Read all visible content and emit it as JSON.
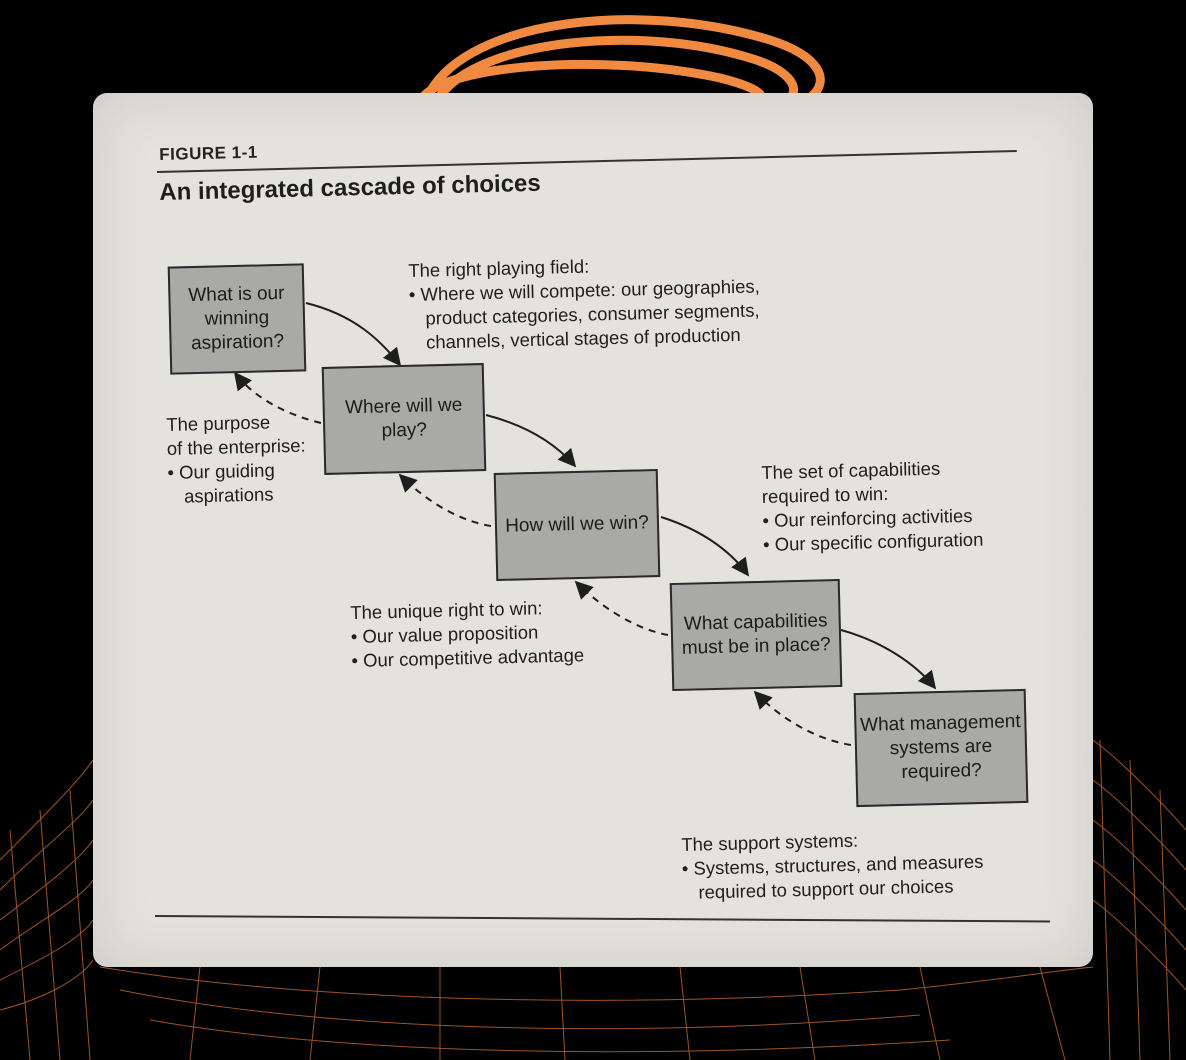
{
  "figure": {
    "label": "FIGURE 1-1",
    "title": "An integrated cascade of choices"
  },
  "boxes": [
    "What is our winning aspiration?",
    "Where will we play?",
    "How will we win?",
    "What capabilities must be in place?",
    "What management systems are required?"
  ],
  "notes": {
    "playing_field": {
      "heading": "The right playing field:",
      "bullet_1": "Where we will compete: our geographies,",
      "bullet_1_cont_1": "product categories, consumer segments,",
      "bullet_1_cont_2": "channels, vertical stages of production"
    },
    "purpose": {
      "heading_1": "The purpose",
      "heading_2": "of the enterprise:",
      "bullet_1": "Our guiding",
      "bullet_1_cont": "aspirations"
    },
    "capabilities": {
      "heading_1": "The set of capabilities",
      "heading_2": "required to win:",
      "bullet_1": "Our reinforcing activities",
      "bullet_2": "Our specific configuration"
    },
    "right_to_win": {
      "heading": "The unique right to win:",
      "bullet_1": "Our value proposition",
      "bullet_2": "Our competitive advantage"
    },
    "support": {
      "heading": "The support systems:",
      "bullet_1": "Systems, structures, and measures",
      "bullet_1_cont": "required to support our choices"
    }
  },
  "colors": {
    "paper": "#e4e2dd",
    "box_fill": "#a9a9a7",
    "ink": "#1e1e1e",
    "accent_orange": "#f08a40"
  }
}
